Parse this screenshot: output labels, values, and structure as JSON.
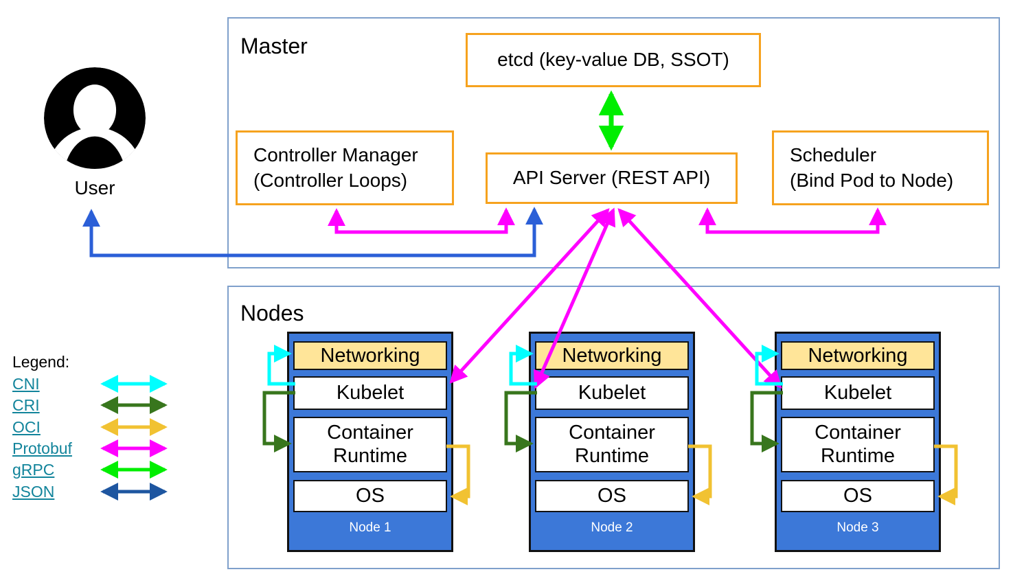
{
  "user": {
    "label": "User"
  },
  "master": {
    "label": "Master",
    "etcd_label": "etcd (key-value DB, SSOT)",
    "api_server_label": "API Server (REST API)",
    "controller_manager": {
      "line1": "Controller Manager",
      "line2": "(Controller Loops)"
    },
    "scheduler": {
      "line1": "Scheduler",
      "line2": "(Bind Pod to Node)"
    }
  },
  "nodes_section": {
    "label": "Nodes"
  },
  "nodes": [
    {
      "networking": "Networking",
      "kubelet": "Kubelet",
      "runtime": "Container Runtime",
      "os": "OS",
      "name": "Node 1"
    },
    {
      "networking": "Networking",
      "kubelet": "Kubelet",
      "runtime": "Container Runtime",
      "os": "OS",
      "name": "Node 2"
    },
    {
      "networking": "Networking",
      "kubelet": "Kubelet",
      "runtime": "Container Runtime",
      "os": "OS",
      "name": "Node 3"
    }
  ],
  "legend": {
    "title": "Legend:",
    "items": [
      {
        "label": "CNI",
        "color": "#00FFFF"
      },
      {
        "label": "CRI",
        "color": "#38761D"
      },
      {
        "label": "OCI",
        "color": "#F1C232"
      },
      {
        "label": "Protobuf",
        "color": "#FF00FF"
      },
      {
        "label": "gRPC",
        "color": "#00EE00"
      },
      {
        "label": "JSON",
        "color": "#1E56A0"
      }
    ]
  },
  "connections": [
    {
      "from": "User",
      "to": "API Server",
      "protocol": "JSON"
    },
    {
      "from": "etcd",
      "to": "API Server",
      "protocol": "gRPC"
    },
    {
      "from": "Controller Manager",
      "to": "API Server",
      "protocol": "Protobuf"
    },
    {
      "from": "Scheduler",
      "to": "API Server",
      "protocol": "Protobuf"
    },
    {
      "from": "API Server",
      "to": "Kubelet (Node 1)",
      "protocol": "Protobuf"
    },
    {
      "from": "API Server",
      "to": "Kubelet (Node 2)",
      "protocol": "Protobuf"
    },
    {
      "from": "API Server",
      "to": "Kubelet (Node 3)",
      "protocol": "Protobuf"
    },
    {
      "from": "Kubelet",
      "to": "Networking",
      "protocol": "CNI"
    },
    {
      "from": "Kubelet",
      "to": "Container Runtime",
      "protocol": "CRI"
    },
    {
      "from": "Container Runtime",
      "to": "OS",
      "protocol": "OCI"
    }
  ],
  "colors": {
    "orange": "#F6A21E",
    "node_blue": "#3C78D8",
    "networking_fill": "#FFE599",
    "frame_border": "#7FA0CB",
    "cni": "#00FFFF",
    "cri": "#38761D",
    "oci": "#F1C232",
    "protobuf": "#FF00FF",
    "grpc": "#00EE00",
    "json": "#1E56A0",
    "user_arrow": "#2B5FD7",
    "link": "#12849B"
  }
}
